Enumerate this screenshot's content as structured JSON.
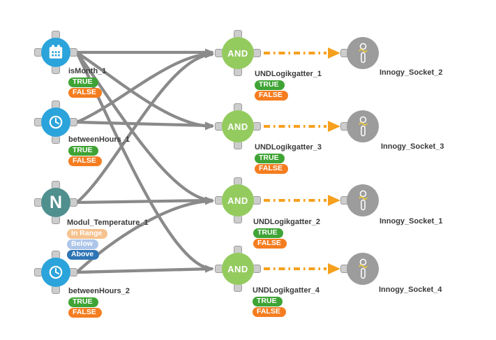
{
  "colors": {
    "node_blue": "#2ba3db",
    "node_teal": "#4f8f8e",
    "gate_green": "#94cb5f",
    "socket_gray": "#9c9c9c",
    "wire_gray": "#8a8a8a",
    "link_orange": "#f6a01d",
    "badge_true": "#3fa435",
    "badge_false": "#f57d20",
    "badge_in_range": "#f6c28f",
    "badge_below": "#aec6e9",
    "badge_above": "#2e75b5",
    "port_fill": "#cdcdcd",
    "socket_icon_yellow": "#e8c83d"
  },
  "nodes": {
    "left": [
      {
        "label": "isMonth_1",
        "icon": "calendar-icon",
        "badges": [
          "TRUE",
          "FALSE"
        ]
      },
      {
        "label": "betweenHours_1",
        "icon": "clock-icon",
        "badges": [
          "TRUE",
          "FALSE"
        ]
      },
      {
        "label": "Modul_Temperature_1",
        "icon": "letter-n-icon",
        "badges": [
          "In Range",
          "Below",
          "Above"
        ]
      },
      {
        "label": "betweenHours_2",
        "icon": "clock-icon",
        "badges": [
          "TRUE",
          "FALSE"
        ]
      }
    ],
    "gates": [
      {
        "label": "UNDLogikgatter_1",
        "gate_text": "AND",
        "badges": [
          "TRUE",
          "FALSE"
        ]
      },
      {
        "label": "UNDLogikgatter_3",
        "gate_text": "AND",
        "badges": [
          "TRUE",
          "FALSE"
        ]
      },
      {
        "label": "UNDLogikgatter_2",
        "gate_text": "AND",
        "badges": [
          "TRUE",
          "FALSE"
        ]
      },
      {
        "label": "UNDLogikgatter_4",
        "gate_text": "AND",
        "badges": [
          "TRUE",
          "FALSE"
        ]
      }
    ],
    "outputs": [
      {
        "label": "Innogy_Socket_2",
        "icon": "socket-icon"
      },
      {
        "label": "Innogy_Socket_3",
        "icon": "socket-icon"
      },
      {
        "label": "Innogy_Socket_1",
        "icon": "socket-icon"
      },
      {
        "label": "Innogy_Socket_4",
        "icon": "socket-icon"
      }
    ]
  },
  "connections": {
    "gray_wires": [
      {
        "from": "isMonth_1",
        "to": "UNDLogikgatter_1"
      },
      {
        "from": "isMonth_1",
        "to": "UNDLogikgatter_3"
      },
      {
        "from": "isMonth_1",
        "to": "UNDLogikgatter_2"
      },
      {
        "from": "isMonth_1",
        "to": "UNDLogikgatter_4"
      },
      {
        "from": "betweenHours_1",
        "to": "UNDLogikgatter_1"
      },
      {
        "from": "betweenHours_1",
        "to": "UNDLogikgatter_3"
      },
      {
        "from": "Modul_Temperature_1",
        "to": "UNDLogikgatter_1"
      },
      {
        "from": "Modul_Temperature_1",
        "to": "UNDLogikgatter_2"
      },
      {
        "from": "betweenHours_2",
        "to": "UNDLogikgatter_2"
      },
      {
        "from": "betweenHours_2",
        "to": "UNDLogikgatter_4"
      }
    ],
    "orange_links": [
      {
        "from": "UNDLogikgatter_1",
        "to": "Innogy_Socket_2"
      },
      {
        "from": "UNDLogikgatter_3",
        "to": "Innogy_Socket_3"
      },
      {
        "from": "UNDLogikgatter_2",
        "to": "Innogy_Socket_1"
      },
      {
        "from": "UNDLogikgatter_4",
        "to": "Innogy_Socket_4"
      }
    ]
  }
}
